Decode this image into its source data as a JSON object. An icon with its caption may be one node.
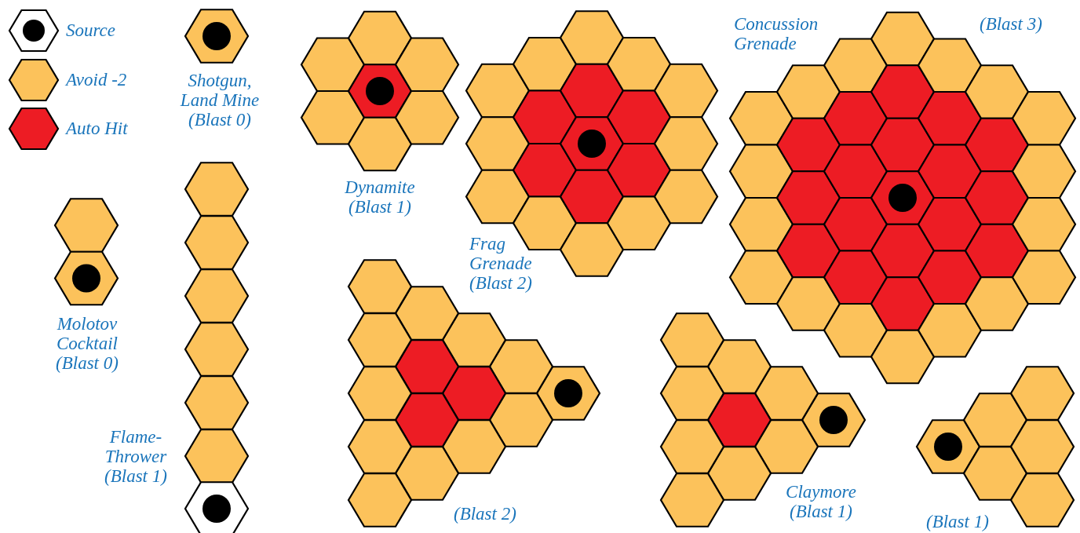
{
  "diagram": {
    "labels": [
      "Shotgun, Land Mine (Blast 0)",
      "Dynamite (Blast 1)",
      "Frag Grenade (Blast 2)",
      "Concussion Grenade",
      "(Blast 3)",
      "Molotov Cocktail (Blast 0)",
      "Flame-Thrower (Blast 1)",
      "(Blast 2)",
      "Claymore (Blast 1)",
      "(Blast 1)"
    ],
    "legend": [
      {
        "text": "Source"
      },
      {
        "text": "Avoid -2",
        "color": "#fcc25b"
      },
      {
        "text": "Auto Hit",
        "color": "#ed1c24"
      }
    ]
  }
}
